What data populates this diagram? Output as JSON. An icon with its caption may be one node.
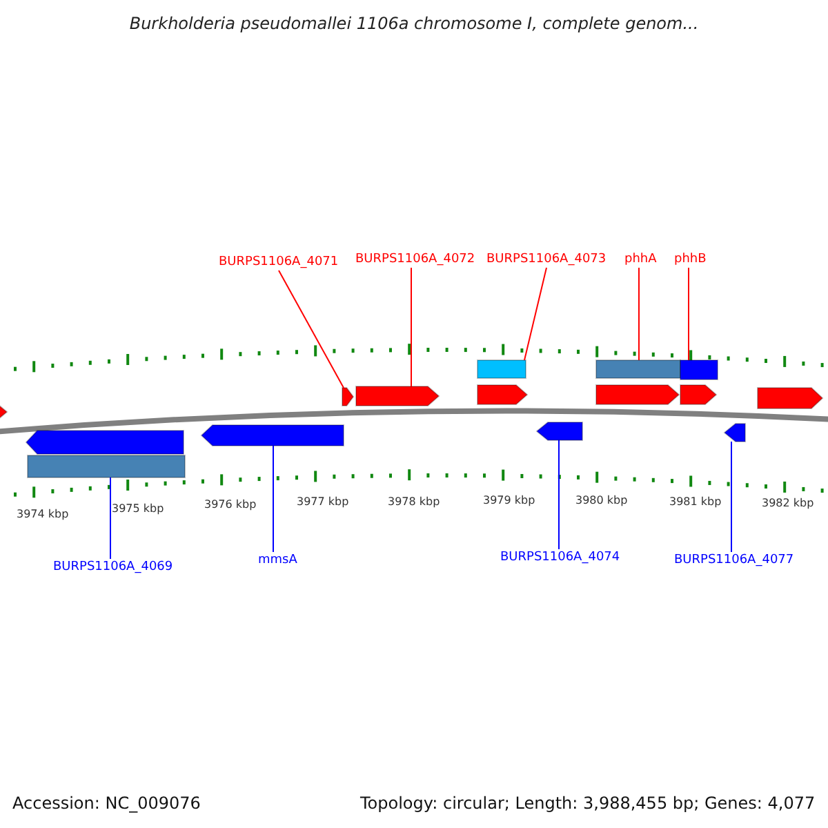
{
  "diagram": {
    "title": "Burkholderia pseudomallei 1106a chromosome I, complete genom...",
    "nodes": [
      {
        "text": [
          "BURPS1106A_4071"
        ]
      },
      {
        "text": [
          "BURPS1106A_4072"
        ]
      },
      {
        "text": [
          "BURPS1106A_4073"
        ]
      },
      {
        "text": [
          "phhA"
        ]
      },
      {
        "text": [
          "phhB"
        ]
      },
      {
        "text": [],
        "shape": "bar"
      },
      {
        "text": [],
        "shape": "bar"
      },
      {
        "text": [],
        "shape": "bar"
      },
      {
        "text": [],
        "shape": "bar"
      },
      {
        "text": [],
        "shape": "bar"
      },
      {
        "text": [],
        "shape": "bar"
      },
      {
        "text": [],
        "shape": "bar"
      },
      {
        "text": [],
        "shape": "bar"
      },
      {
        "text": [],
        "shape": "bar"
      },
      {
        "text": [],
        "shape": "bar"
      },
      {
        "text": [],
        "shape": "bar"
      },
      {
        "text": [],
        "shape": "bar"
      },
      {
        "text": [],
        "shape": "bar"
      },
      {
        "text": [],
        "shape": "bar"
      },
      {
        "text": [],
        "shape": "bar"
      },
      {
        "text": [
          "BURPS1106A_4069"
        ]
      },
      {
        "text": [
          "mmsA"
        ]
      },
      {
        "text": [
          "BURPS1106A_4074"
        ]
      },
      {
        "text": [
          "BURPS1106A_4077"
        ]
      }
    ],
    "edges": [
      {
        "from": 0,
        "to": 6,
        "arrow": "none"
      },
      {
        "from": 1,
        "to": 7,
        "arrow": "none"
      },
      {
        "from": 2,
        "to": 8,
        "arrow": "none"
      },
      {
        "from": 3,
        "to": 10,
        "arrow": "none"
      },
      {
        "from": 4,
        "to": 11,
        "arrow": "none"
      },
      {
        "from": 20,
        "to": 16,
        "arrow": "none",
        "color": "#0000ff"
      },
      {
        "from": 21,
        "to": 17,
        "arrow": "none",
        "color": "#0000ff"
      },
      {
        "from": 22,
        "to": 18,
        "arrow": "none",
        "color": "#0000ff"
      },
      {
        "from": 23,
        "to": 19,
        "arrow": "none",
        "color": "#0000ff"
      }
    ],
    "labels": [
      "3974 kbp",
      "3975 kbp",
      "3976 kbp",
      "3977 kbp",
      "3978 kbp",
      "3979 kbp",
      "3980 kbp",
      "3981 kbp",
      "3982 kbp",
      "Accession: NC_009076",
      "Topology: circular; Length: 3,988,455 bp; Genes: 4,077"
    ]
  }
}
